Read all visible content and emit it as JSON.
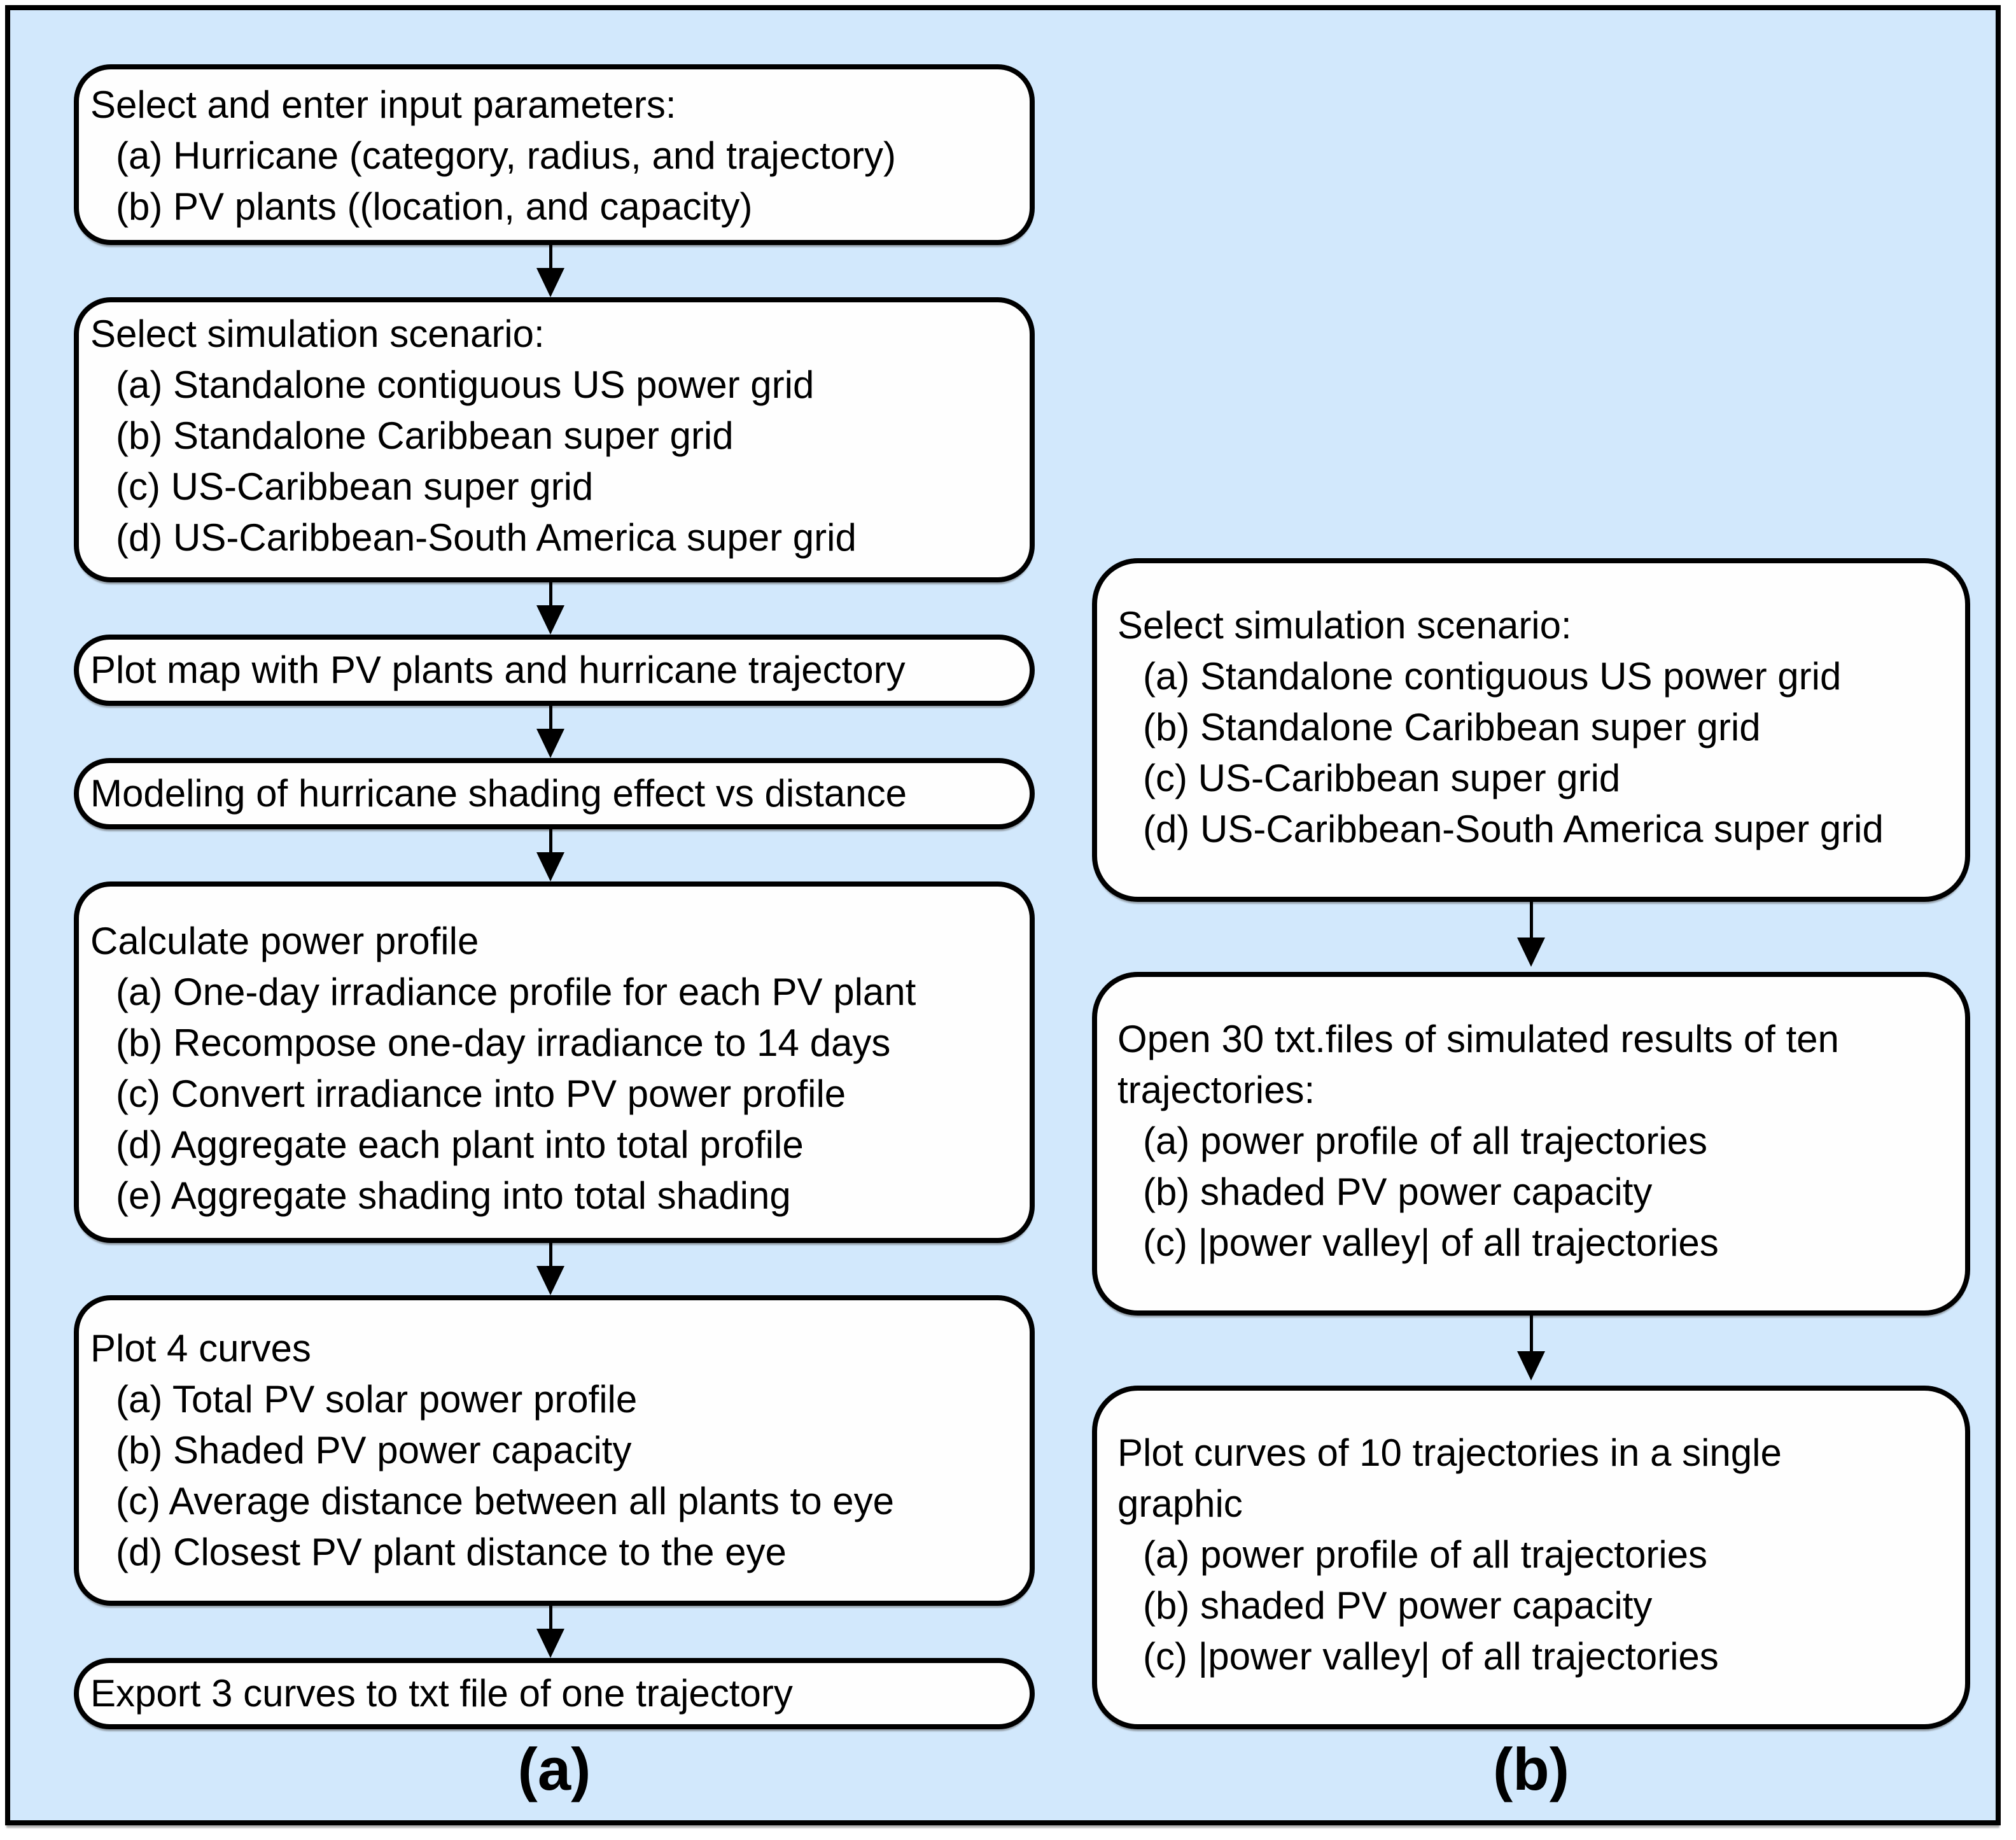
{
  "figure": {
    "background_color": "#d2e8fc",
    "box_fill_color": "#fefefe",
    "line_color": "#000000"
  },
  "left": {
    "label": "(a)",
    "boxes": [
      {
        "name": "input-parameters",
        "lines": [
          "Select and enter input parameters:",
          "(a) Hurricane (category, radius, and trajectory)",
          "(b) PV plants ((location, and capacity)"
        ]
      },
      {
        "name": "select-scenario",
        "lines": [
          "Select simulation scenario:",
          "(a) Standalone contiguous US power grid",
          "(b) Standalone Caribbean super grid",
          "(c) US-Caribbean super grid",
          "(d) US-Caribbean-South America super grid"
        ]
      },
      {
        "name": "plot-map",
        "lines": [
          "Plot map with PV plants and hurricane trajectory"
        ]
      },
      {
        "name": "modeling-shading",
        "lines": [
          "Modeling of hurricane shading effect vs distance"
        ]
      },
      {
        "name": "calculate-power-profile",
        "lines": [
          "Calculate power profile",
          "(a) One-day irradiance profile for each PV plant",
          "(b) Recompose one-day irradiance to 14 days",
          "(c) Convert irradiance into PV power profile",
          "(d) Aggregate each plant into total profile",
          "(e) Aggregate shading into total shading"
        ]
      },
      {
        "name": "plot-4-curves",
        "lines": [
          "Plot 4 curves",
          "(a) Total PV solar power profile",
          "(b) Shaded PV power capacity",
          "(c) Average distance between all plants to eye",
          "(d) Closest PV plant distance to the eye"
        ]
      },
      {
        "name": "export-curves",
        "lines": [
          "Export 3 curves to txt file of one trajectory"
        ]
      }
    ]
  },
  "right": {
    "label": "(b)",
    "boxes": [
      {
        "name": "select-scenario",
        "lines": [
          "Select simulation scenario:",
          "(a) Standalone contiguous US power grid",
          "(b) Standalone Caribbean super grid",
          "(c) US-Caribbean super grid",
          "(d) US-Caribbean-South America super grid"
        ]
      },
      {
        "name": "open-txt-files",
        "lines": [
          "Open 30 txt.files of simulated results of ten",
          "trajectories:",
          "(a) power profile of all trajectories",
          "(b) shaded PV power capacity",
          "(c) |power valley| of all trajectories"
        ]
      },
      {
        "name": "plot-curves-10-trajectories",
        "lines": [
          "Plot curves of 10 trajectories in a single",
          "graphic",
          "(a) power profile of all trajectories",
          "(b) shaded PV power capacity",
          "(c) |power valley| of all trajectories"
        ]
      }
    ]
  }
}
